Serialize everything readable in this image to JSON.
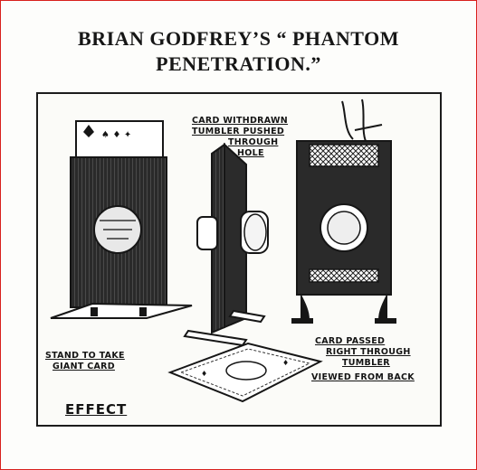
{
  "title": {
    "line1": "BRIAN GODFREY’S “ PHANTOM",
    "line2": "PENETRATION.”"
  },
  "labels": {
    "withdrawn": [
      "CARD WITHDRAWN",
      "TUMBLER PUSHED",
      "THROUGH",
      "HOLE"
    ],
    "stand": [
      "STAND TO TAKE",
      "GIANT CARD"
    ],
    "passed": [
      "CARD PASSED",
      "RIGHT THROUGH",
      "TUMBLER",
      "VIEWED FROM BACK"
    ],
    "effect": "EFFECT"
  },
  "colors": {
    "border": "#d8201c",
    "ink": "#161616",
    "paper": "#fbfbf8"
  }
}
